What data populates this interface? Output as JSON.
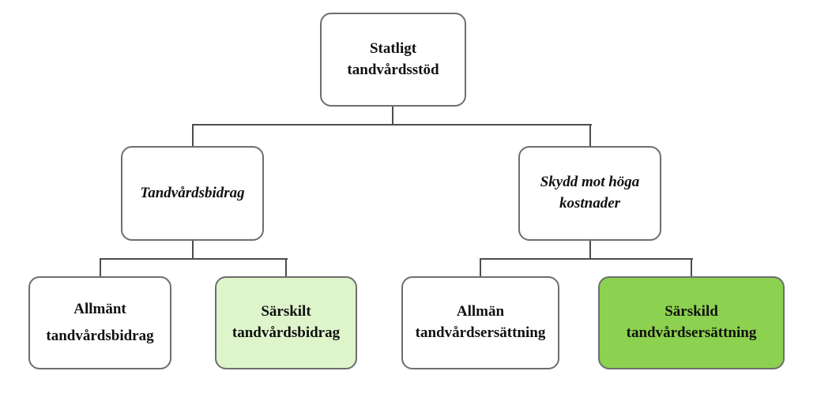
{
  "colors": {
    "box_border": "#6e6e6e",
    "connector_line": "#4d4d4d",
    "highlight_light_green": "#def5cb",
    "highlight_dark_green": "#8cd14f",
    "box_background": "#ffffff",
    "text": "#111111"
  },
  "tree": {
    "root": {
      "label": "Statligt tandvårdsstöd"
    },
    "level2": [
      {
        "label": "Tandvårdsbidrag"
      },
      {
        "label": "Skydd mot höga kostnader"
      }
    ],
    "level3": [
      {
        "label": "Allmänt tandvårdsbidrag",
        "highlight": "none"
      },
      {
        "label": "Särskilt tandvårdsbidrag",
        "highlight": "light-green"
      },
      {
        "label": "Allmän tandvårdsersättning",
        "highlight": "none"
      },
      {
        "label": "Särskild tandvårdsersättning",
        "highlight": "dark-green"
      }
    ]
  }
}
